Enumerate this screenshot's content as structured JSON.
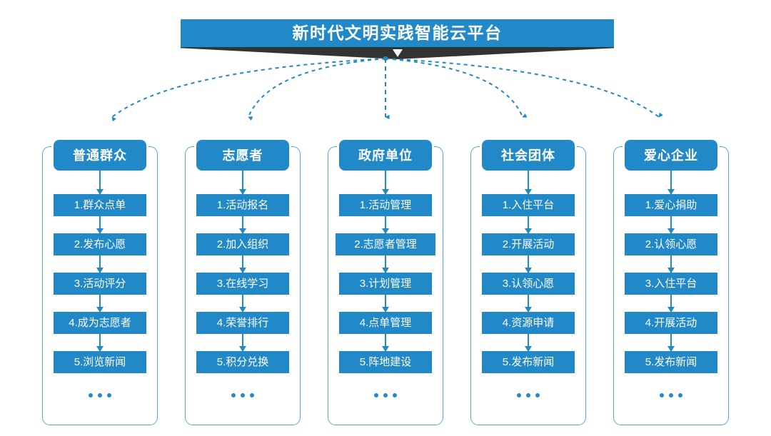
{
  "title": {
    "text": "新时代文明实践智能云平台"
  },
  "colors": {
    "primary_blue": "#2189c8",
    "frame_blue": "#54a9d8",
    "ribbon_dark": "#333333",
    "background": "#ffffff"
  },
  "ellipsis": "•••",
  "columns": [
    {
      "header": "普通群众",
      "items": [
        "1.群众点单",
        "2.发布心愿",
        "3.活动评分",
        "4.成为志愿者",
        "5.浏览新闻"
      ]
    },
    {
      "header": "志愿者",
      "items": [
        "1.活动报名",
        "2.加入组织",
        "3.在线学习",
        "4.荣誉排行",
        "5.积分兑换"
      ]
    },
    {
      "header": "政府单位",
      "items": [
        "1.活动管理",
        "2.志愿者管理",
        "3.计划管理",
        "4.点单管理",
        "5.阵地建设"
      ]
    },
    {
      "header": "社会团体",
      "items": [
        "1.入住平台",
        "2.开展活动",
        "3.认领心愿",
        "4.资源申请",
        "5.发布新闻"
      ]
    },
    {
      "header": "爱心企业",
      "items": [
        "1.爱心捐助",
        "2.认领心愿",
        "3.入住平台",
        "4.开展活动",
        "5.发布新闻"
      ]
    }
  ]
}
